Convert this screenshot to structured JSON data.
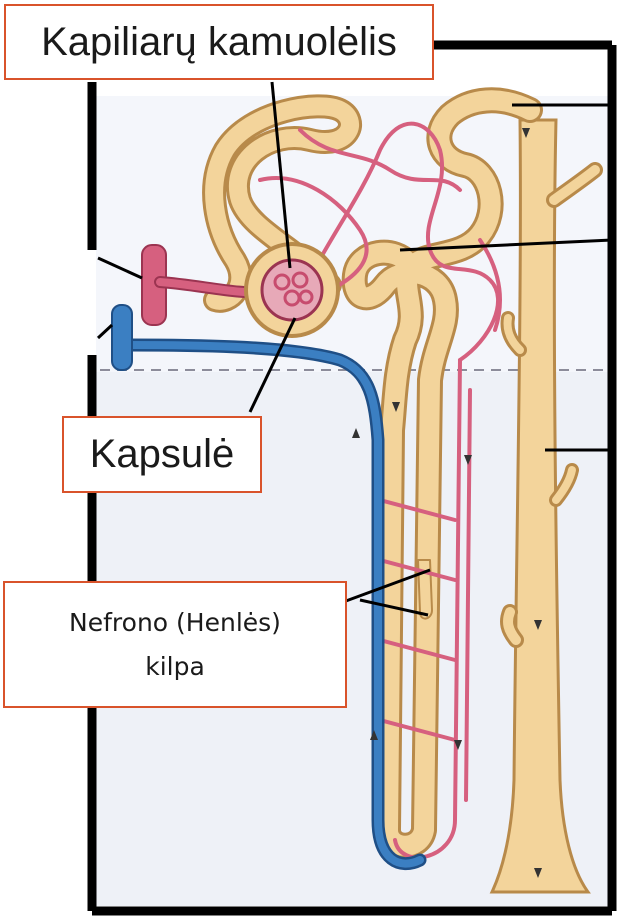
{
  "labels": {
    "glomerulus": "Kapiliarų kamuolėlis",
    "capsule": "Kapsulė",
    "loop_line1": "Nefrono (Henlės)",
    "loop_line2": "kilpa"
  },
  "colors": {
    "tubule": "#f3d49b",
    "tubule_outline": "#b88a4a",
    "artery": "#d6607f",
    "vein": "#3b7fc2",
    "label_border": "#d9532b",
    "frame": "#000000"
  }
}
